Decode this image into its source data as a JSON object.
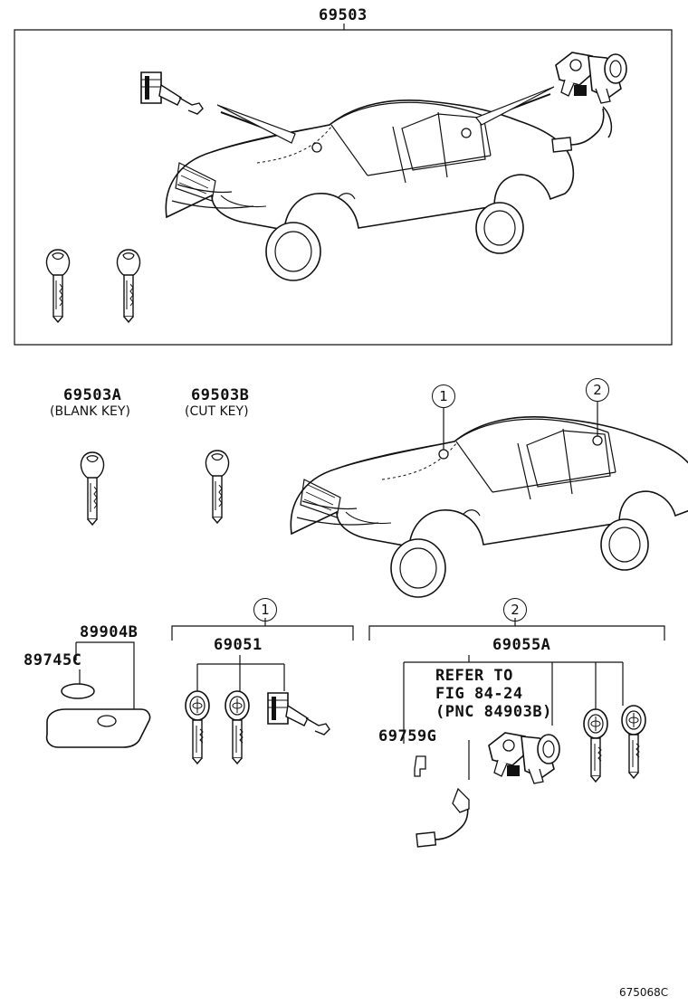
{
  "labels": {
    "top_kit": "69503",
    "blank_key_pn": "69503A",
    "blank_key_desc": "(BLANK KEY)",
    "cut_key_pn": "69503B",
    "cut_key_desc": "(CUT KEY)",
    "fob_case": "89904B",
    "battery": "89745C",
    "cyl_set_1": "69051",
    "cyl_set_2": "69055A",
    "retainer": "69759G",
    "refer_1": "REFER TO",
    "refer_2": "FIG 84-24",
    "refer_3": "(PNC 84903B)",
    "figure_code": "675068C"
  },
  "callouts": {
    "one": "1",
    "two": "2"
  },
  "colors": {
    "ink": "#111111",
    "paper": "#ffffff"
  }
}
